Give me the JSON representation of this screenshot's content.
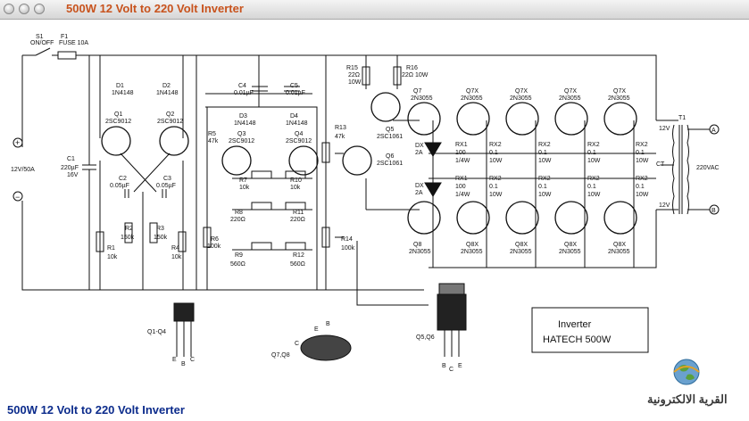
{
  "window": {
    "title": "500W 12 Volt to 220 Volt Inverter",
    "buttons": [
      "close",
      "minimize",
      "zoom"
    ]
  },
  "caption": "500W 12 Volt to 220 Volt Inverter",
  "logo": {
    "text": "القرية الالكترونية",
    "icon": "globe-icon"
  },
  "schematic": {
    "inputs": {
      "label": "12V/50A",
      "plus": "+",
      "minus": "−"
    },
    "switch": {
      "ref": "S1",
      "name": "ON/OFF"
    },
    "fuse": {
      "ref": "F1",
      "value": "FUSE 10A"
    },
    "c1": {
      "ref": "C1",
      "v1": "220µF",
      "v2": "16V"
    },
    "d1": {
      "ref": "D1",
      "value": "1N4148"
    },
    "d2": {
      "ref": "D2",
      "value": "1N4148"
    },
    "d3": {
      "ref": "D3",
      "value": "1N4148"
    },
    "d4": {
      "ref": "D4",
      "value": "1N4148"
    },
    "q1": {
      "ref": "Q1",
      "value": "2SC9012"
    },
    "q2": {
      "ref": "Q2",
      "value": "2SC9012"
    },
    "q3": {
      "ref": "Q3",
      "value": "2SC9012"
    },
    "q4": {
      "ref": "Q4",
      "value": "2SC9012"
    },
    "c2": {
      "ref": "C2",
      "value": "0.05µF"
    },
    "c3": {
      "ref": "C3",
      "value": "0.05µF"
    },
    "c4": {
      "ref": "C4",
      "value": "0.01µF"
    },
    "c5": {
      "ref": "C5",
      "value": "0.01µF"
    },
    "r1": {
      "ref": "R1",
      "value": "10k"
    },
    "r2": {
      "ref": "R2",
      "value": "150k"
    },
    "r3": {
      "ref": "R3",
      "value": "150k"
    },
    "r4": {
      "ref": "R4",
      "value": "10k"
    },
    "r5": {
      "ref": "R5",
      "value": "47k"
    },
    "r6": {
      "ref": "R6",
      "value": "100k"
    },
    "r7": {
      "ref": "R7",
      "value": "10k"
    },
    "r8": {
      "ref": "R8",
      "value": "220Ω"
    },
    "r9": {
      "ref": "R9",
      "value": "560Ω"
    },
    "r10": {
      "ref": "R10",
      "value": "10k"
    },
    "r11": {
      "ref": "R11",
      "value": "220Ω"
    },
    "r12": {
      "ref": "R12",
      "value": "560Ω"
    },
    "r13": {
      "ref": "R13",
      "value": "47k"
    },
    "r14": {
      "ref": "R14",
      "value": "100k"
    },
    "r15": {
      "ref": "R15",
      "v1": "22Ω",
      "v2": "10W"
    },
    "r16": {
      "ref": "R16",
      "value": "22Ω 10W"
    },
    "q5": {
      "ref": "Q5",
      "value": "2SC1061"
    },
    "q6": {
      "ref": "Q6",
      "value": "2SC1061"
    },
    "q7": {
      "ref": "Q7",
      "value": "2N3055"
    },
    "q8": {
      "ref": "Q8",
      "value": "2N3055"
    },
    "q7x": {
      "ref": "Q7X",
      "value": "2N3055"
    },
    "q8x": {
      "ref": "Q8X",
      "value": "2N3055"
    },
    "dx": {
      "ref": "DX",
      "value": "2A"
    },
    "rx1": {
      "ref": "RX1",
      "v1": "100",
      "v2": "1/4W"
    },
    "rx2": {
      "ref": "RX2",
      "v1": "0.1",
      "v2": "10W"
    },
    "transformer": {
      "ref": "T1",
      "top": "12V",
      "ct": "CT",
      "bottom": "12V",
      "out": "220VAC",
      "a": "A",
      "b": "B"
    },
    "packages": {
      "to92": {
        "label": "Q1-Q4",
        "pins": [
          "E",
          "B",
          "C"
        ]
      },
      "to3": {
        "label": "Q7,Q8",
        "pins": [
          "E",
          "B",
          "C"
        ]
      },
      "to220": {
        "label": "Q5,Q6",
        "pins": [
          "B",
          "C",
          "E"
        ]
      }
    },
    "signbox": {
      "line1": "Inverter",
      "line2": "HATECH 500W"
    }
  }
}
